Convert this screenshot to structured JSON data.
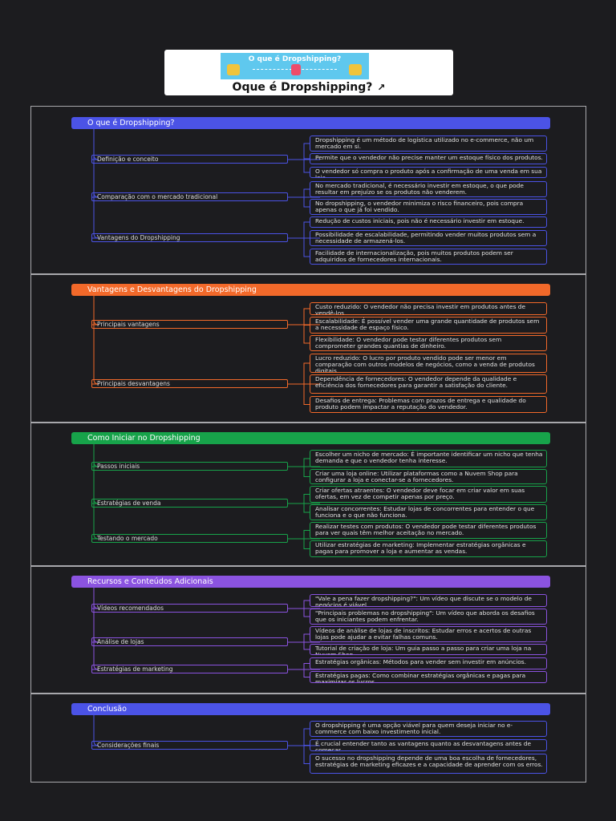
{
  "header": {
    "thumb_title": "O que é Dropshipping?",
    "title": "Oque é Dropshipping?",
    "link_icon": "external-link-icon"
  },
  "sections": [
    {
      "title": "O que é Dropshipping?",
      "color": "#4b53e6",
      "subs": [
        {
          "label": "Definição e conceito",
          "leaves": [
            "Dropshipping é um método de logística utilizado no e-commerce, não um mercado em si.",
            "Permite que o vendedor não precise manter um estoque físico dos produtos.",
            "O vendedor só compra o produto após a confirmação de uma venda em sua loja."
          ]
        },
        {
          "label": "Comparação com o mercado tradicional",
          "leaves": [
            "No mercado tradicional, é necessário investir em estoque, o que pode resultar em prejuízo se os produtos não venderem.",
            "No dropshipping, o vendedor minimiza o risco financeiro, pois compra apenas o que já foi vendido."
          ]
        },
        {
          "label": "Vantagens do Dropshipping",
          "leaves": [
            "Redução de custos iniciais, pois não é necessário investir em estoque.",
            "Possibilidade de escalabilidade, permitindo vender muitos produtos sem a necessidade de armazená-los.",
            "Facilidade de internacionalização, pois muitos produtos podem ser adquiridos de fornecedores internacionais."
          ]
        }
      ]
    },
    {
      "title": "Vantagens e Desvantagens do Dropshipping",
      "color": "#f2692a",
      "subs": [
        {
          "label": "Principais vantagens",
          "leaves": [
            "Custo reduzido: O vendedor não precisa investir em produtos antes de vendê-los.",
            "Escalabilidade: É possível vender uma grande quantidade de produtos sem a necessidade de espaço físico.",
            "Flexibilidade: O vendedor pode testar diferentes produtos sem comprometer grandes quantias de dinheiro."
          ]
        },
        {
          "label": "Principais desvantagens",
          "leaves": [
            "Lucro reduzido: O lucro por produto vendido pode ser menor em comparação com outros modelos de negócios, como a venda de produtos digitais.",
            "Dependência de fornecedores: O vendedor depende da qualidade e eficiência dos fornecedores para garantir a satisfação do cliente.",
            "Desafios de entrega: Problemas com prazos de entrega e qualidade do produto podem impactar a reputação do vendedor."
          ]
        }
      ]
    },
    {
      "title": "Como Iniciar no Dropshipping",
      "color": "#17a34a",
      "subs": [
        {
          "label": "Passos iniciais",
          "leaves": [
            "Escolher um nicho de mercado: É importante identificar um nicho que tenha demanda e que o vendedor tenha interesse.",
            "Criar uma loja online: Utilizar plataformas como a Nuvem Shop para configurar a loja e conectar-se a fornecedores."
          ]
        },
        {
          "label": "Estratégias de venda",
          "leaves": [
            "Criar ofertas atraentes: O vendedor deve focar em criar valor em suas ofertas, em vez de competir apenas por preço.",
            "Analisar concorrentes: Estudar lojas de concorrentes para entender o que funciona e o que não funciona."
          ]
        },
        {
          "label": "Testando o mercado",
          "leaves": [
            "Realizar testes com produtos: O vendedor pode testar diferentes produtos para ver quais têm melhor aceitação no mercado.",
            "Utilizar estratégias de marketing: Implementar estratégias orgânicas e pagas para promover a loja e aumentar as vendas."
          ]
        }
      ]
    },
    {
      "title": "Recursos e Conteúdos Adicionais",
      "color": "#8b53e0",
      "subs": [
        {
          "label": "Vídeos recomendados",
          "leaves": [
            "\"Vale a pena fazer dropshipping?\": Um vídeo que discute se o modelo de negócios é viável.",
            "\"Principais problemas no dropshipping\": Um vídeo que aborda os desafios que os iniciantes podem enfrentar."
          ]
        },
        {
          "label": "Análise de lojas",
          "leaves": [
            "Vídeos de análise de lojas de inscritos: Estudar erros e acertos de outras lojas pode ajudar a evitar falhas comuns.",
            "Tutorial de criação de loja: Um guia passo a passo para criar uma loja na Nuvem Shop."
          ]
        },
        {
          "label": "Estratégias de marketing",
          "leaves": [
            "Estratégias orgânicas: Métodos para vender sem investir em anúncios.",
            "Estratégias pagas: Como combinar estratégias orgânicas e pagas para maximizar os lucros."
          ]
        }
      ]
    },
    {
      "title": "Conclusão",
      "color": "#4b53e6",
      "subs": [
        {
          "label": "Considerações finais",
          "leaves": [
            "O dropshipping é uma opção viável para quem deseja iniciar no e-commerce com baixo investimento inicial.",
            "É crucial entender tanto as vantagens quanto as desvantagens antes de começar.",
            "O sucesso no dropshipping depende de uma boa escolha de fornecedores, estratégias de marketing eficazes e a capacidade de aprender com os erros."
          ]
        }
      ]
    }
  ]
}
